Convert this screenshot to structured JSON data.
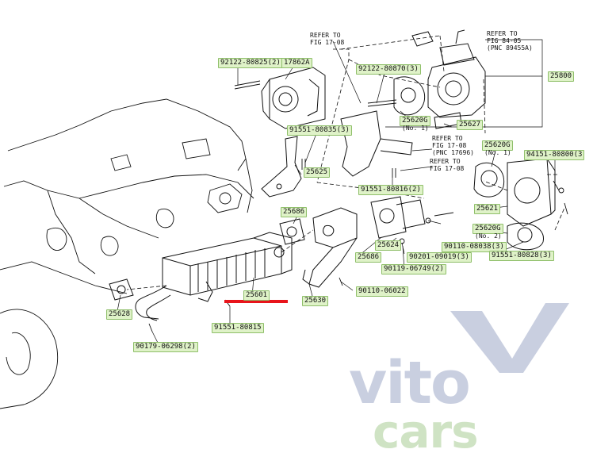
{
  "labels": {
    "p92122_80825": "92122-80825(2)",
    "p17862A": "17862A",
    "p92122_80870": "92122-80870(3)",
    "p25800": "25800",
    "p25620g_1": "25620G",
    "p25620g_1_no": "(No. 1)",
    "p25627": "25627",
    "p91551_80835": "91551-80835(3)",
    "p25625": "25625",
    "p91551_80816": "91551-80816(2)",
    "p25620g_2": "25620G",
    "p25620g_2_no": "(No. 1)",
    "p94151_80800": "94151-80800(3",
    "p25686_a": "25686",
    "p25621": "25621",
    "p25620g_3": "25620G",
    "p25620g_3_no": "(No. 2)",
    "p90110_08038": "90110-08038(3)",
    "p25624": "25624",
    "p25686_b": "25686",
    "p90201_09019": "90201-09019(3)",
    "p91551_80828": "91551-80828(3)",
    "p90119_06749": "90119-06749(2)",
    "p90110_06022": "90110-06022",
    "p25601": "25601",
    "p25630": "25630",
    "p25628": "25628",
    "p91551_80815": "91551-80815",
    "p90179_06298": "90179-06298(2)"
  },
  "notes": {
    "refer_fig_17_08_top": "REFER TO\nFIG 17-08",
    "refer_fig_84_05": "REFER TO\nFIG 84-05\n(PNC 89455A)",
    "refer_fig_17_08_mid": "REFER TO\nFIG 17-08\n(PNC 17696)",
    "refer_fig_17_08_low": "REFER TO\nFIG 17-08"
  },
  "watermark": {
    "line1": "vito",
    "line2": "cars"
  },
  "colors": {
    "label_bg": "#dff2c8",
    "label_border": "#8fbf6a",
    "highlight": "#e8141b",
    "wm_blue": "#c9cfe0",
    "wm_green": "#cfe3c4"
  }
}
